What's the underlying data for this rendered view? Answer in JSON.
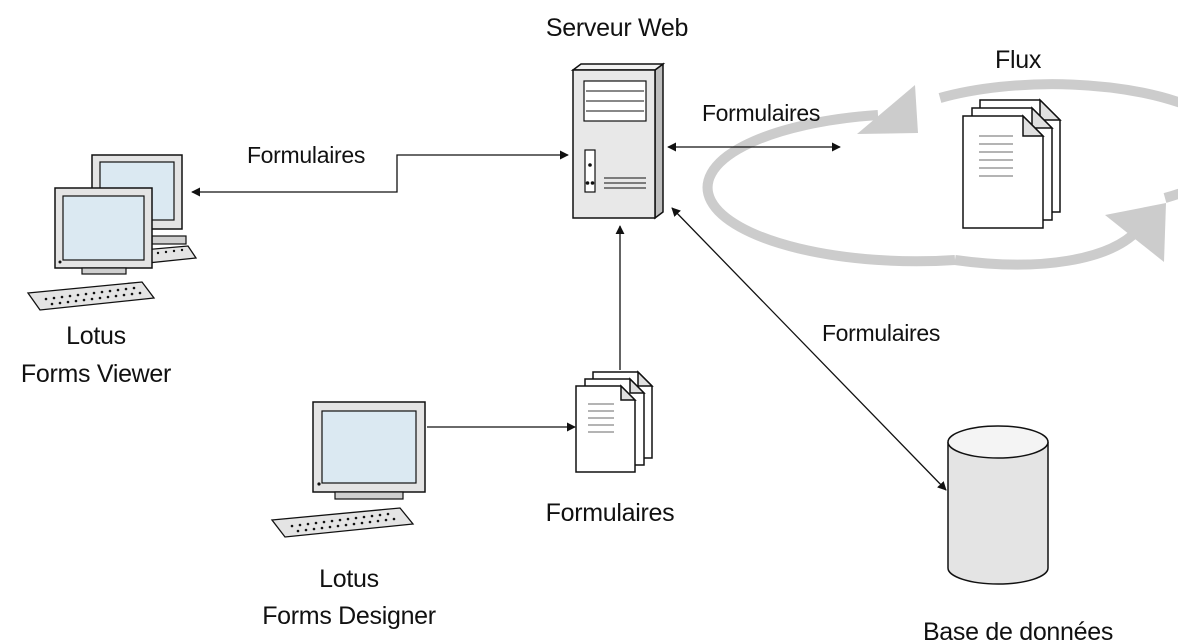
{
  "nodes": {
    "web_server": {
      "label": "Serveur Web"
    },
    "flux": {
      "label": "Flux"
    },
    "viewer": {
      "label_line1": "Lotus",
      "label_line2": "Forms Viewer"
    },
    "designer": {
      "label_line1": "Lotus",
      "label_line2": "Forms Designer"
    },
    "forms_stack": {
      "label": "Formulaires"
    },
    "database": {
      "label": "Base de données"
    }
  },
  "edges": {
    "server_viewer": {
      "label": "Formulaires"
    },
    "server_flux": {
      "label": "Formulaires"
    },
    "server_database": {
      "label": "Formulaires"
    }
  },
  "colors": {
    "line": "#111111",
    "screen": "#dbe9f2",
    "machine": "#e4e4e4",
    "cycle": "#c9c9c9"
  }
}
